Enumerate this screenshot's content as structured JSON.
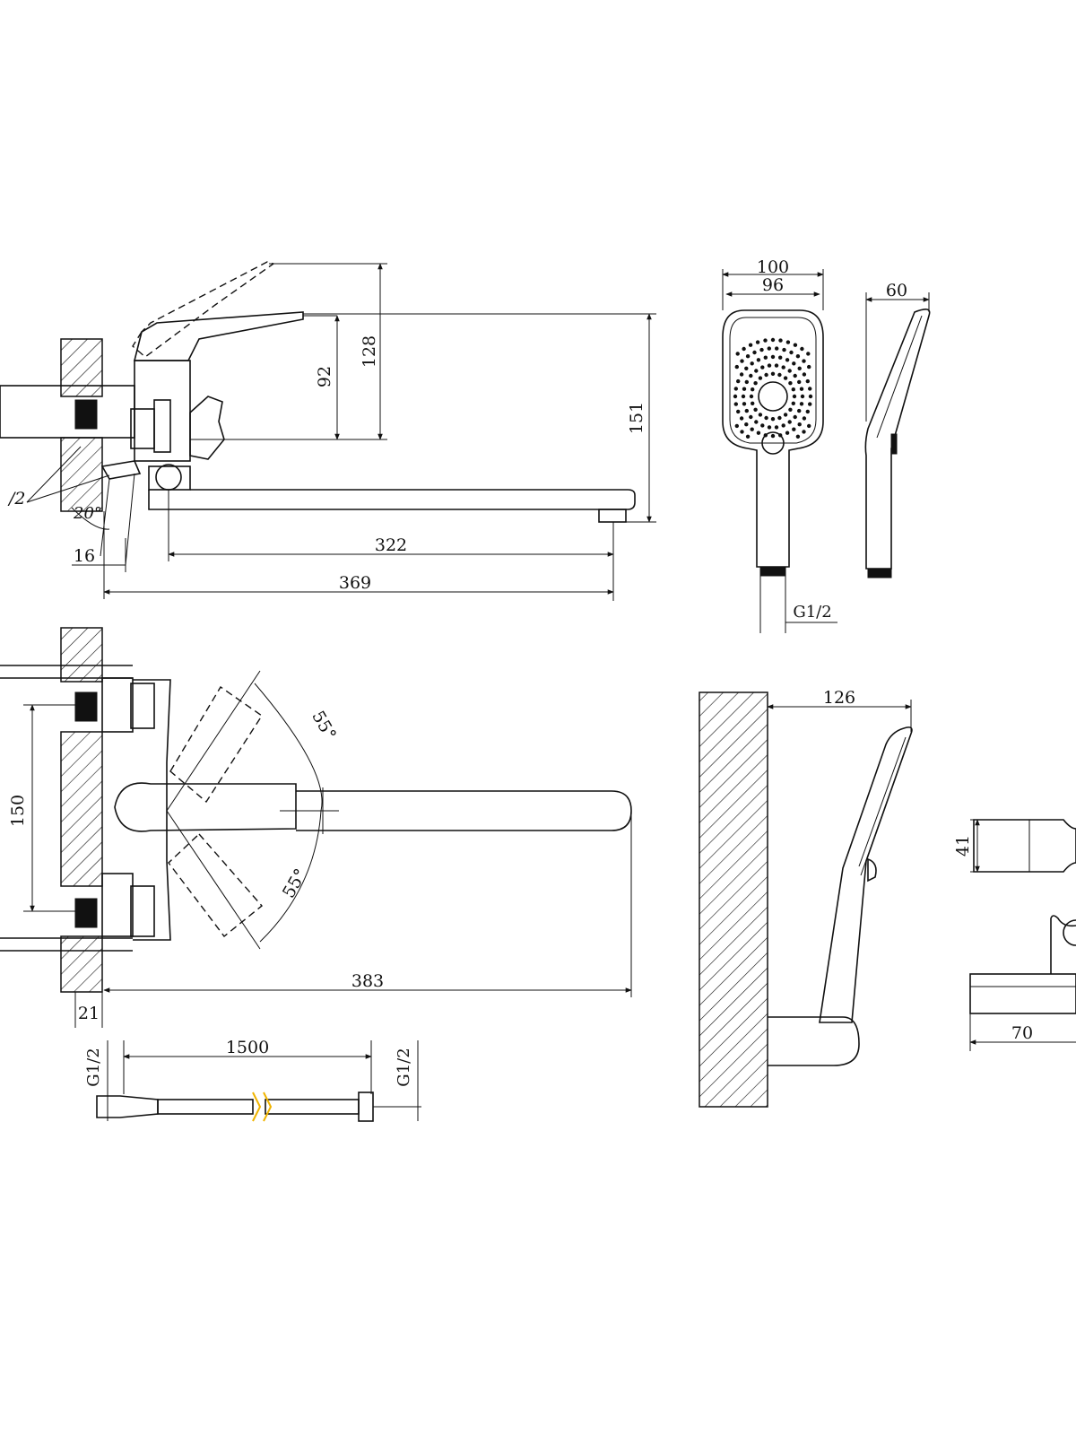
{
  "colors": {
    "line": "#111111",
    "background": "#ffffff",
    "hose_accent": "#f0b400"
  },
  "side_view": {
    "dim_handle_height_raised": "128",
    "dim_handle_height": "92",
    "dim_total_height": "151",
    "dim_spout_reach": "322",
    "dim_total_reach": "369",
    "dim_eccentric_offset": "16",
    "dim_angle": "20°",
    "thread_label": "/2"
  },
  "top_view": {
    "dim_center_distance": "150",
    "dim_spout_length": "383",
    "dim_wall_offset": "21",
    "handle_angle_up": "55°",
    "handle_angle_down": "55°"
  },
  "hose": {
    "dim_length": "1500",
    "thread_left": "G1/2",
    "thread_right": "G1/2"
  },
  "hand_shower": {
    "dim_outer_width": "100",
    "dim_face_width": "96",
    "dim_depth": "60",
    "thread_label": "G1/2"
  },
  "mounted_shower": {
    "dim_projection": "126"
  },
  "holder": {
    "dim_height": "41",
    "dim_width": "70"
  }
}
